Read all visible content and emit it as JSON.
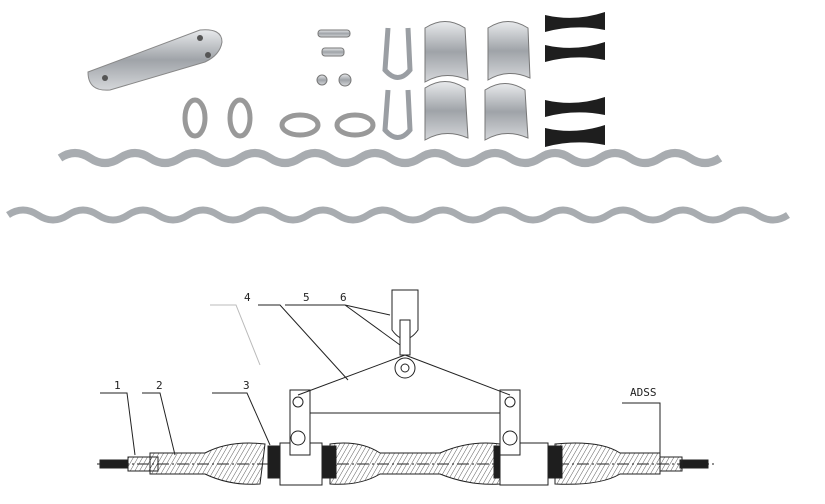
{
  "diagram": {
    "callouts": [
      {
        "id": "1",
        "label": "1"
      },
      {
        "id": "2",
        "label": "2"
      },
      {
        "id": "3",
        "label": "3"
      },
      {
        "id": "4",
        "label": "4"
      },
      {
        "id": "5",
        "label": "5"
      },
      {
        "id": "6",
        "label": "6"
      },
      {
        "id": "adss",
        "label": "ADSS"
      }
    ]
  },
  "colors": {
    "metal": "#b9bcc0",
    "rubber": "#1e1e1e",
    "line": "#222222"
  }
}
